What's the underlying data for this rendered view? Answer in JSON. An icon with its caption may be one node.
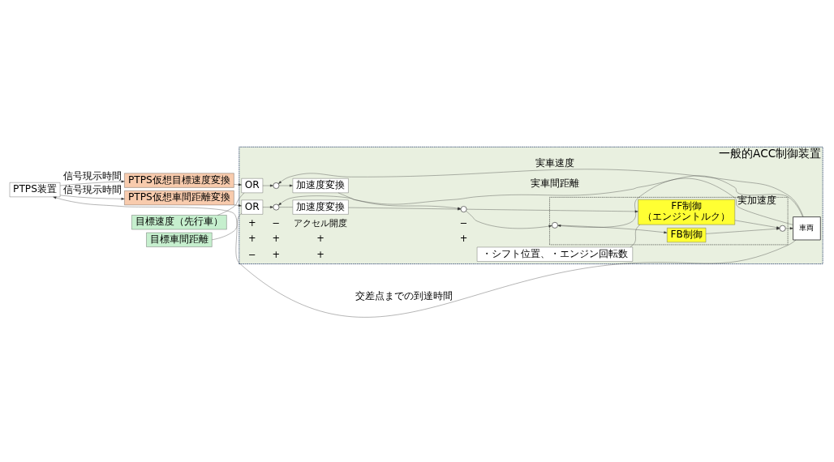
{
  "diagram": {
    "nodes": [
      {
        "text": [
          "PTPS装置"
        ]
      },
      {
        "text": [
          "PTPS仮想目標速度変換"
        ]
      },
      {
        "text": [
          "目標速度（先行車）"
        ]
      },
      {
        "text": [
          "目標車間距離"
        ]
      },
      {
        "text": [
          "PTPS仮想車間距離変換"
        ]
      },
      {
        "text": [
          "一般的ACC制御装置"
        ]
      },
      {
        "text": [
          "OR"
        ],
        "in": 5
      },
      {
        "text": [
          "OR"
        ],
        "in": 5
      },
      {
        "text": [],
        "shape": "circle",
        "in": 5
      },
      {
        "text": [
          "加速度変換"
        ],
        "in": 5
      },
      {
        "text": [],
        "shape": "circle",
        "in": 5
      },
      {
        "text": [
          "加速度変換"
        ],
        "in": 5
      },
      {
        "text": [],
        "shape": "circle",
        "in": 5
      },
      {
        "text": [],
        "shape": "box",
        "in": 5
      },
      {
        "text": [],
        "shape": "circle",
        "in": 13
      },
      {
        "text": [
          "FB制御"
        ],
        "in": 13
      },
      {
        "text": [
          "FF制御",
          "（エンジントルク）"
        ],
        "in": 13
      },
      {
        "text": [],
        "shape": "circle",
        "in": 13
      },
      {
        "text": [
          "車両"
        ],
        "in": 5
      },
      {
        "text": [
          "・シフト位置、・エンジン回転数"
        ],
        "in": 5
      }
    ],
    "edges": [
      {
        "from": 0,
        "to": 1,
        "arrow": "to",
        "label": "信号現示時間"
      },
      {
        "from": 0,
        "to": 4,
        "arrow": "to",
        "label": "信号現示時間"
      },
      {
        "from": 1,
        "to": 6,
        "arrow": "to"
      },
      {
        "from": 2,
        "to": 6,
        "arrow": "none"
      },
      {
        "from": 3,
        "to": 7,
        "arrow": "none"
      },
      {
        "from": 4,
        "to": 7,
        "arrow": "to"
      },
      {
        "from": 6,
        "to": 8,
        "arrow": "to"
      },
      {
        "from": 18,
        "to": 8,
        "arrow": "to",
        "label": "実車速度"
      },
      {
        "from": 7,
        "to": 10,
        "arrow": "to"
      },
      {
        "from": 18,
        "to": 10,
        "arrow": "to",
        "label": "実車間距離"
      },
      {
        "from": 8,
        "to": 9,
        "arrow": "to"
      },
      {
        "from": 10,
        "to": 11,
        "arrow": "none"
      },
      {
        "from": 9,
        "to": 12,
        "arrow": "to"
      },
      {
        "from": 11,
        "to": 12,
        "arrow": "to"
      },
      {
        "from": 12,
        "to": 14,
        "arrow": "to"
      },
      {
        "from": 12,
        "to": 16,
        "arrow": "to"
      },
      {
        "from": 18,
        "to": 14,
        "arrow": "to",
        "label": "実加速度"
      },
      {
        "from": 14,
        "to": 15,
        "arrow": "to"
      },
      {
        "from": 15,
        "to": 17,
        "arrow": "to"
      },
      {
        "from": 16,
        "to": 17,
        "arrow": "to"
      },
      {
        "from": 17,
        "to": 18,
        "arrow": "to"
      },
      {
        "from": 18,
        "to": 0,
        "arrow": "to",
        "label": "交差点までの到達時間"
      },
      {
        "from": 19,
        "to": 16,
        "arrow": "none"
      }
    ],
    "labels": [
      "+",
      "−",
      "アクセル開度",
      "−",
      "+",
      "+",
      "+",
      "+",
      "−",
      "+",
      "+"
    ]
  }
}
